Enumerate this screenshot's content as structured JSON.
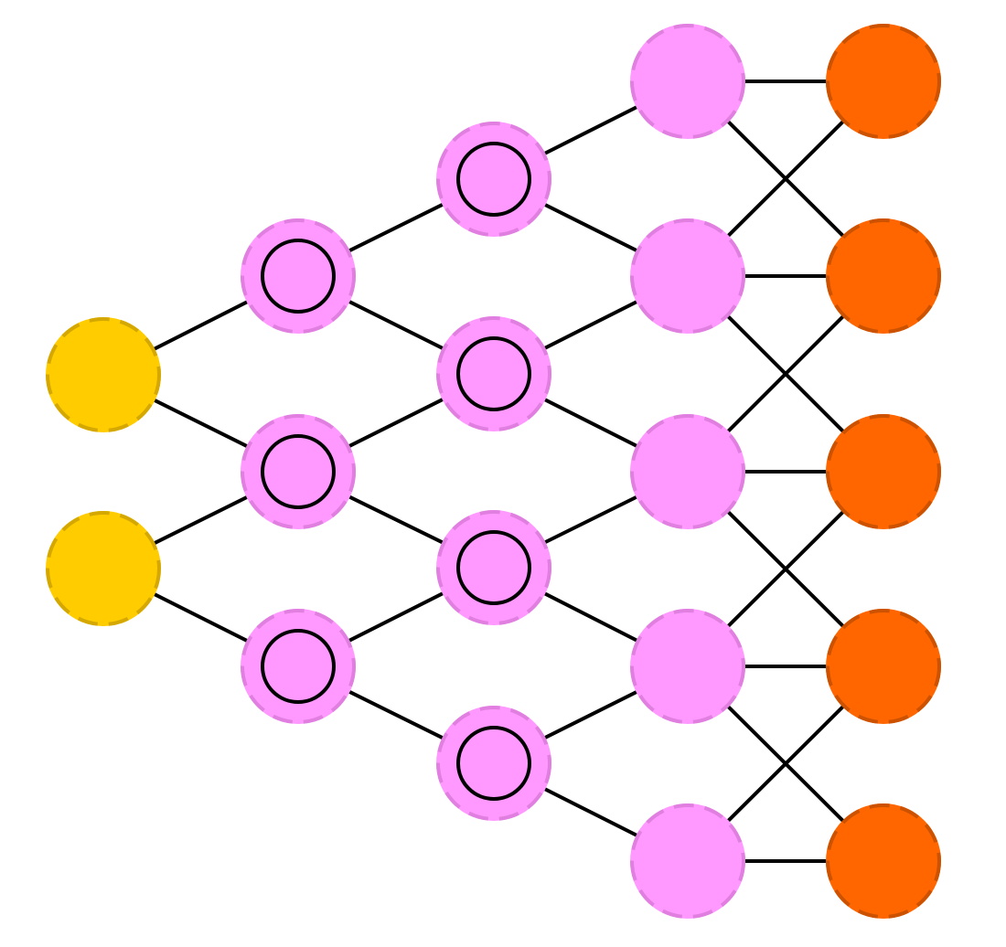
{
  "colors": {
    "input": "#FFCC00",
    "input_stroke": "#D4A800",
    "hidden": "#FF99FF",
    "hidden_stroke": "#E07FE0",
    "output": "#FF6600",
    "output_stroke": "#CC5200",
    "edge": "#000000"
  },
  "layers": [
    {
      "name": "input",
      "node_count": 2,
      "marker": "none"
    },
    {
      "name": "hidden-1",
      "node_count": 3,
      "marker": "ring"
    },
    {
      "name": "hidden-2",
      "node_count": 4,
      "marker": "ring"
    },
    {
      "name": "hidden-3",
      "node_count": 5,
      "marker": "none"
    },
    {
      "name": "output",
      "node_count": 5,
      "marker": "none"
    }
  ],
  "connections": {
    "input_to_hidden-1": "neighbors",
    "hidden-1_to_hidden-2": "neighbors",
    "hidden-2_to_hidden-3": "neighbors",
    "hidden-3_to_output": "neighbors_within_1"
  }
}
